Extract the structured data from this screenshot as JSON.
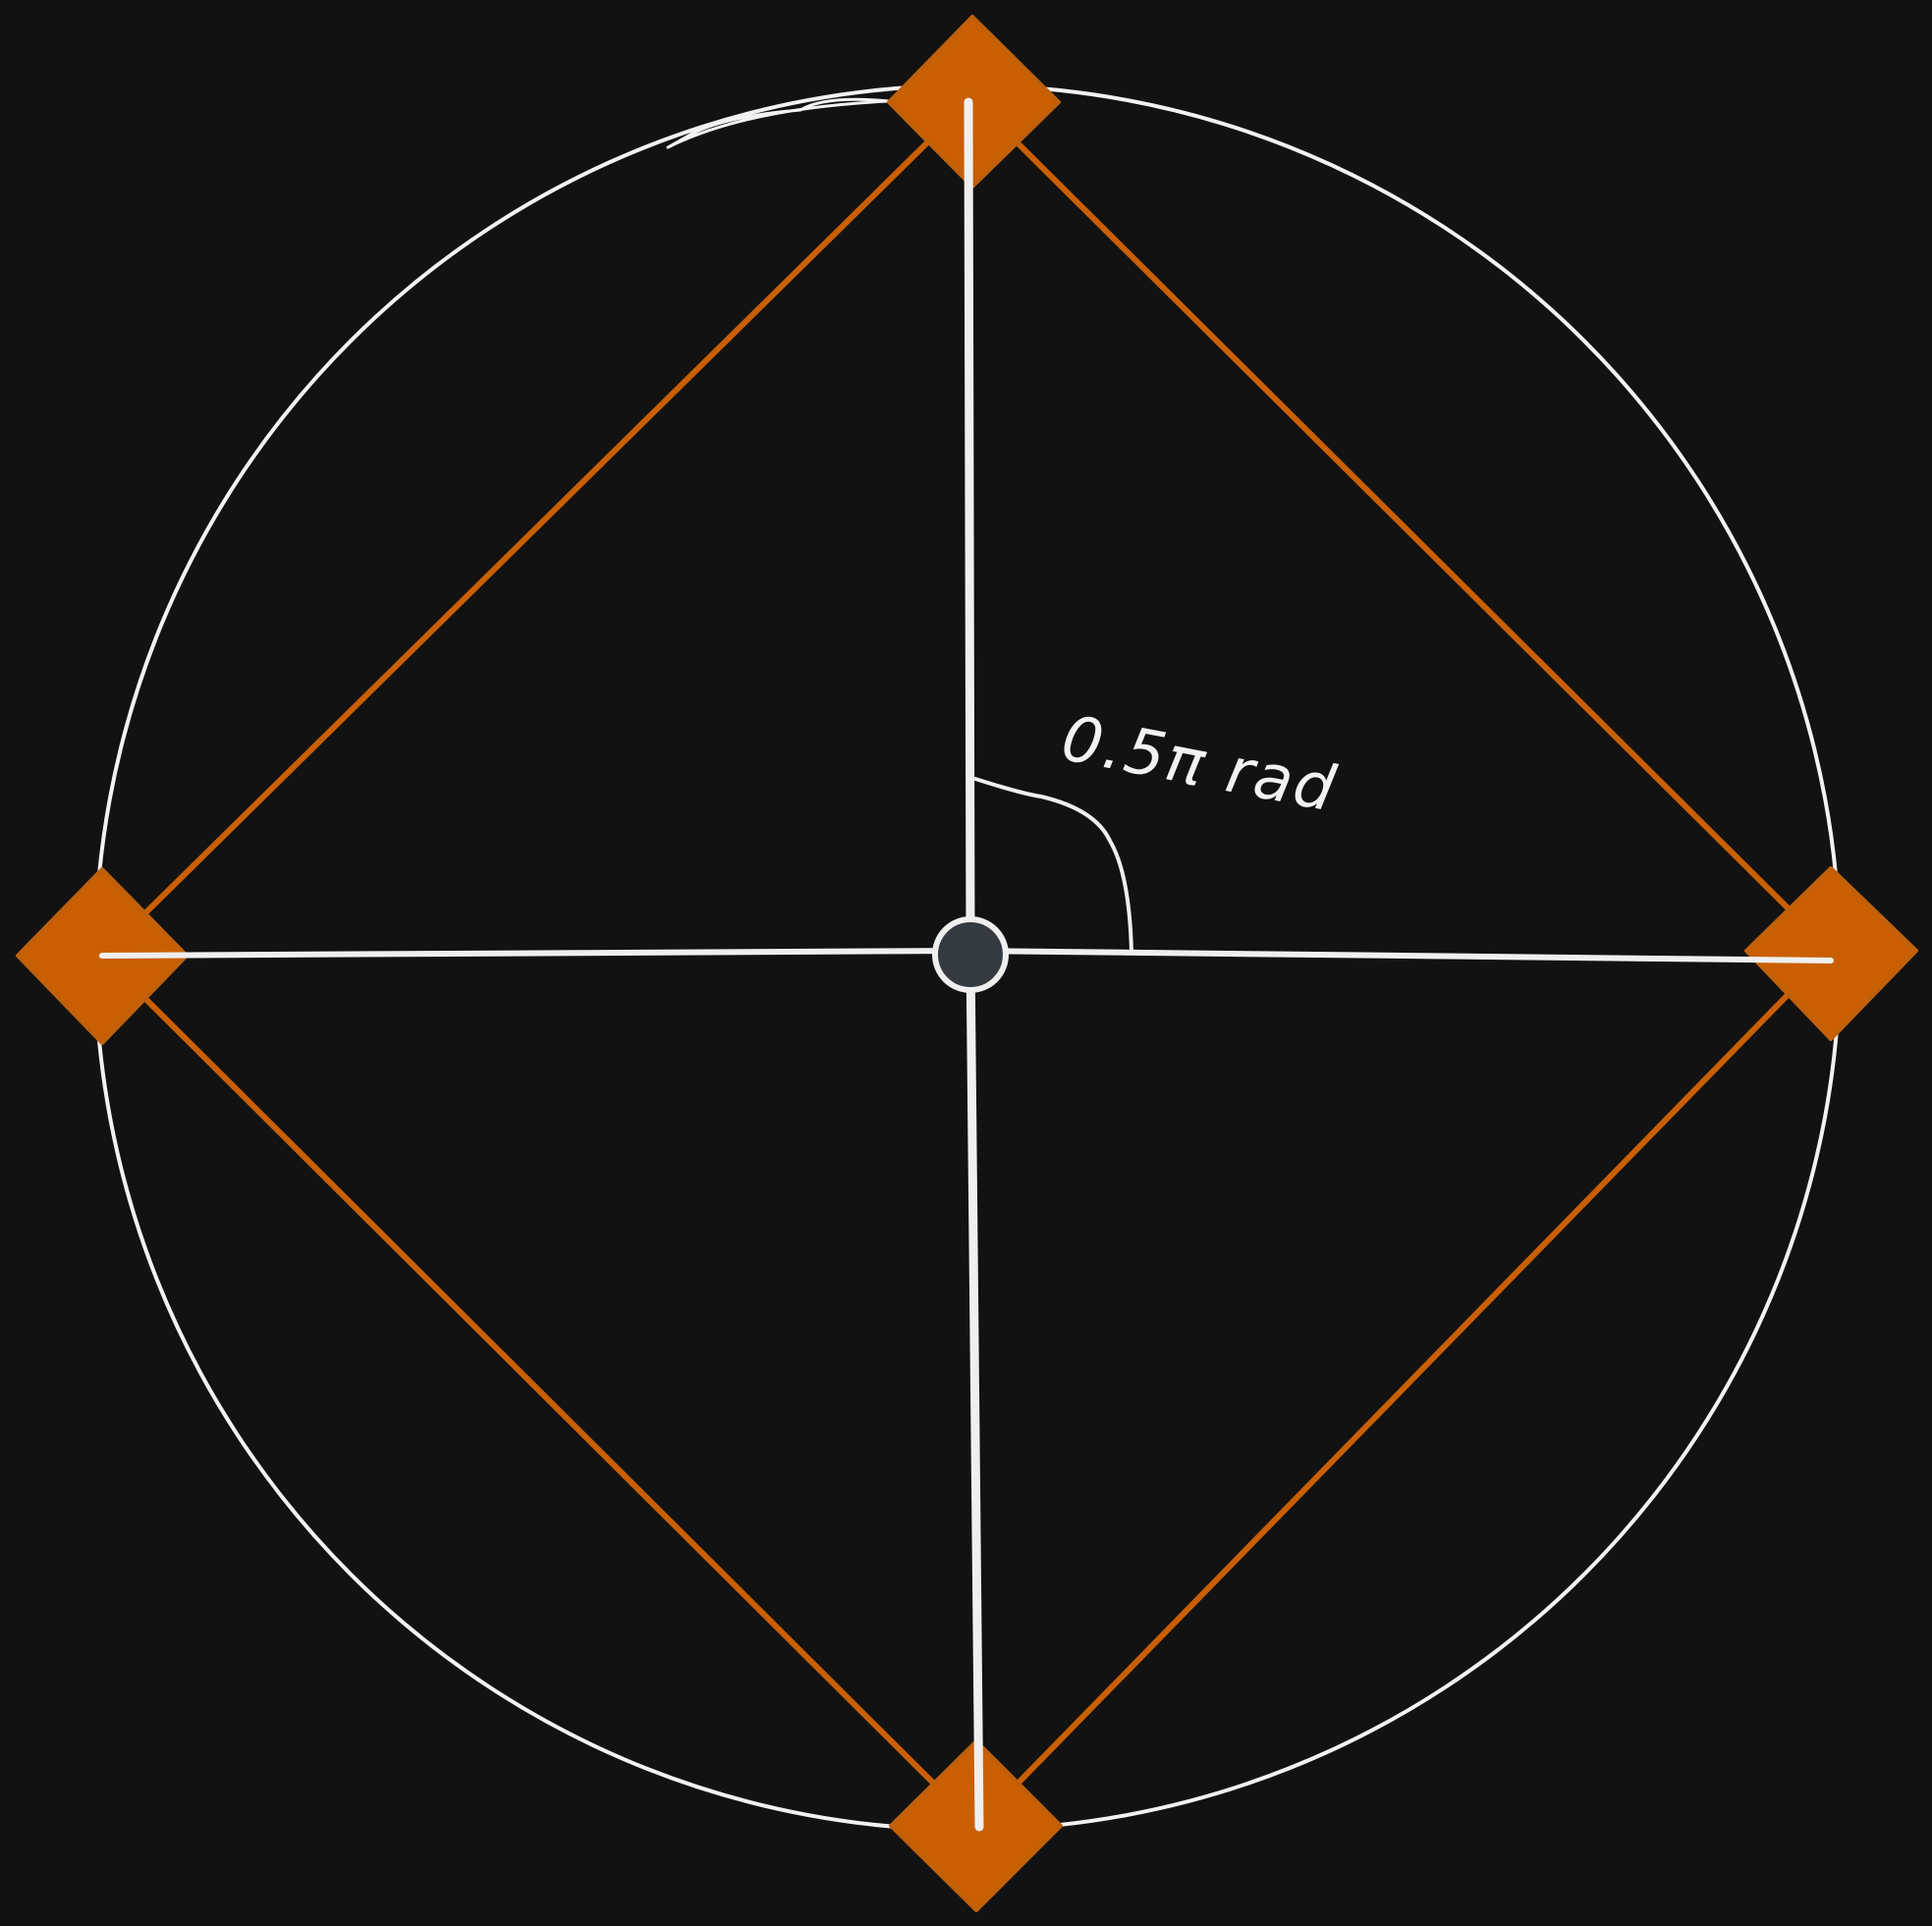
{
  "diagram": {
    "angle_label": "0.5π rad",
    "colors": {
      "background": "#121212",
      "circle_stroke": "#f2f2f2",
      "square_stroke": "#c95f02",
      "vertex_fill": "#c95f02",
      "vertex_stroke": "#c0600a",
      "radius_stroke": "#efefef",
      "center_fill": "#343a40",
      "center_stroke": "#efefef",
      "label_color": "#f2f2f2"
    },
    "vertices": [
      {
        "name": "top"
      },
      {
        "name": "right"
      },
      {
        "name": "bottom"
      },
      {
        "name": "left"
      }
    ]
  }
}
